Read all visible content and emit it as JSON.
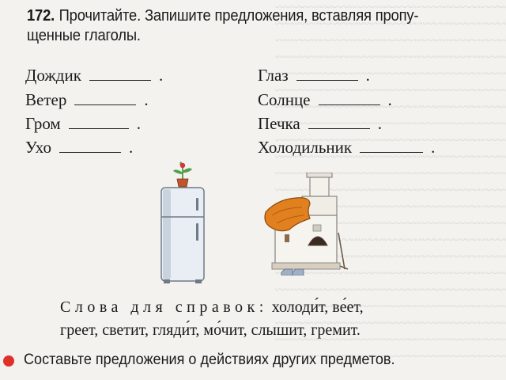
{
  "task": {
    "number": "172.",
    "instruction_line1": "Прочитайте. Запишите предложения, вставляя пропу-",
    "instruction_line2": "щенные глаголы."
  },
  "sentences": [
    {
      "noun": "Дождик",
      "end": "."
    },
    {
      "noun": "Ветер",
      "end": "."
    },
    {
      "noun": "Гром",
      "end": "."
    },
    {
      "noun": "Ухо",
      "end": "."
    },
    {
      "noun": "Глаз",
      "end": "."
    },
    {
      "noun": "Солнце",
      "end": "."
    },
    {
      "noun": "Печка",
      "end": "."
    },
    {
      "noun": "Холодильник",
      "end": "."
    }
  ],
  "reference": {
    "label": "Слова для справок:",
    "line1": "холоди́т, ве́ет,",
    "line2": "греет, светит, гляди́т, мо́чит, слышит, гремит."
  },
  "extra_task": {
    "text": "Составьте предложения о действиях других предметов."
  },
  "colors": {
    "bullet": "#e0302a",
    "page": "#f4f2ee",
    "text": "#1a1a1a"
  },
  "illustrations": [
    "fridge-with-flower-illustration",
    "stove-illustration"
  ]
}
